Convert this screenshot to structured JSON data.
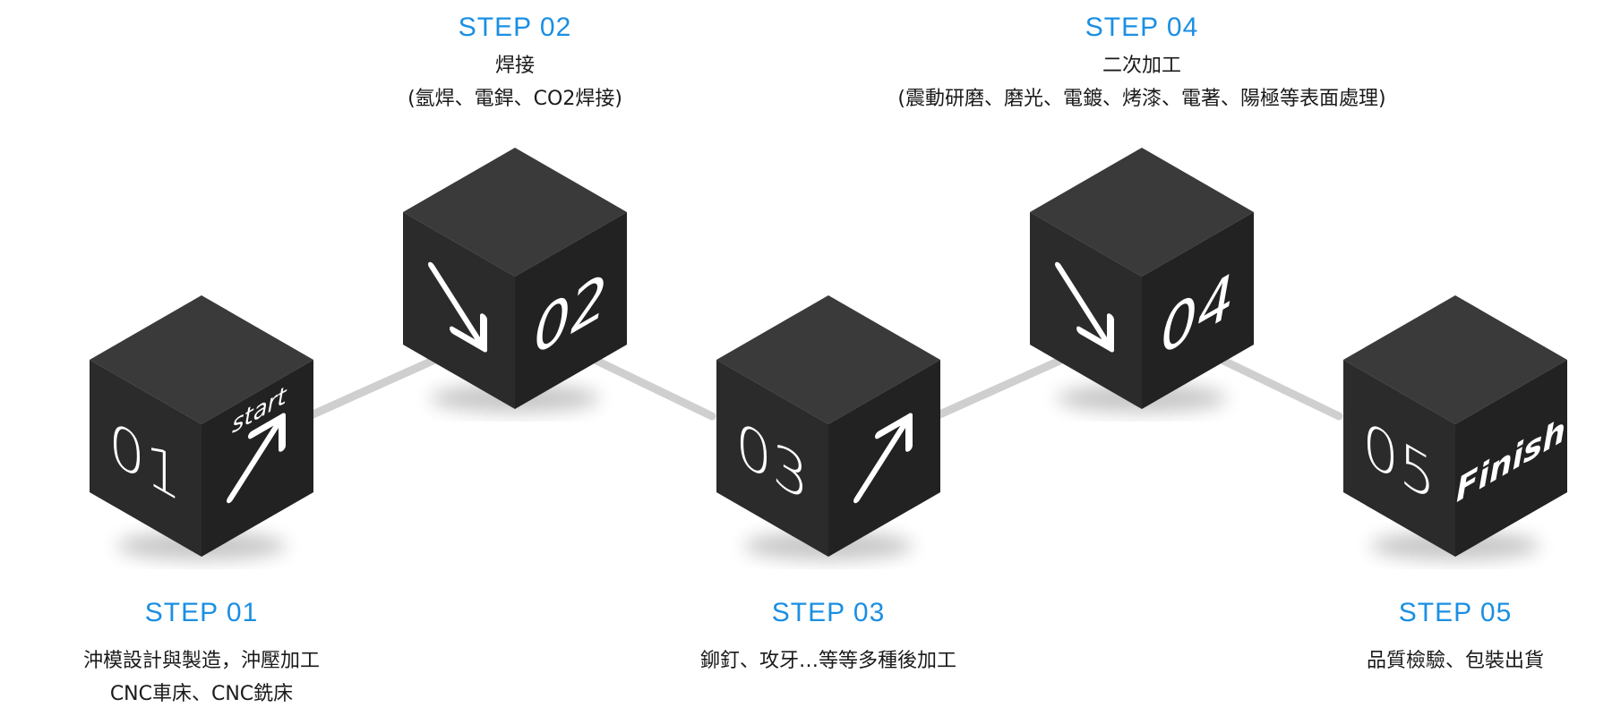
{
  "steps": [
    {
      "step_label": "STEP 01",
      "number": "01",
      "tag": "start",
      "arrow": "arrow-up-right-icon",
      "description": [
        "沖模設計與製造，沖壓加工",
        "CNC車床、CNC銑床"
      ]
    },
    {
      "step_label": "STEP 02",
      "number": "02",
      "tag": "",
      "arrow": "arrow-down-right-icon",
      "description": [
        "焊接",
        "(氬焊、電銲、CO2焊接)"
      ]
    },
    {
      "step_label": "STEP 03",
      "number": "03",
      "tag": "",
      "arrow": "arrow-up-right-icon",
      "description": [
        "鉚釘、攻牙…等等多種後加工"
      ]
    },
    {
      "step_label": "STEP 04",
      "number": "04",
      "tag": "",
      "arrow": "arrow-down-right-icon",
      "description": [
        "二次加工",
        "(震動研磨、磨光、電鍍、烤漆、電著、陽極等表面處理)"
      ]
    },
    {
      "step_label": "STEP 05",
      "number": "05",
      "tag": "Finish",
      "arrow": "",
      "description": [
        "品質檢驗、包裝出貨"
      ]
    }
  ],
  "colors": {
    "accent": "#1a8fe3",
    "cube_top": "#3a3a3a",
    "cube_left": "#2b2b2b",
    "cube_right": "#222222",
    "connector": "#cfcfcf",
    "text": "#1a1a1a"
  }
}
